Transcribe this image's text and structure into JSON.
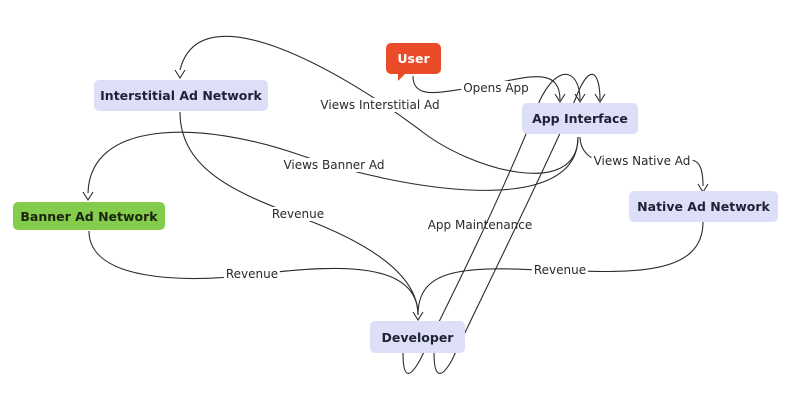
{
  "diagram": {
    "nodes": [
      {
        "id": "user",
        "label": "User",
        "style": "user",
        "color": "#ea4b28"
      },
      {
        "id": "app",
        "label": "App Interface",
        "style": "default",
        "color": "#dcdff7"
      },
      {
        "id": "interstitial",
        "label": "Interstitial Ad Network",
        "style": "default",
        "color": "#dcdff7"
      },
      {
        "id": "banner",
        "label": "Banner Ad Network",
        "style": "green",
        "color": "#84cc4c"
      },
      {
        "id": "native",
        "label": "Native Ad Network",
        "style": "default",
        "color": "#dcdff7"
      },
      {
        "id": "developer",
        "label": "Developer",
        "style": "default",
        "color": "#dcdff7"
      }
    ],
    "edges": [
      {
        "from": "user",
        "to": "app",
        "label": "Opens App"
      },
      {
        "from": "app",
        "to": "interstitial",
        "label": "Views Interstitial Ad"
      },
      {
        "from": "app",
        "to": "banner",
        "label": "Views Banner Ad"
      },
      {
        "from": "app",
        "to": "native",
        "label": "Views Native Ad"
      },
      {
        "from": "interstitial",
        "to": "developer",
        "label": "Revenue"
      },
      {
        "from": "banner",
        "to": "developer",
        "label": "Revenue"
      },
      {
        "from": "native",
        "to": "developer",
        "label": "Revenue"
      },
      {
        "from": "developer",
        "to": "app",
        "label": "App Maintenance"
      },
      {
        "from": "developer",
        "to": "app",
        "label": ""
      }
    ]
  }
}
